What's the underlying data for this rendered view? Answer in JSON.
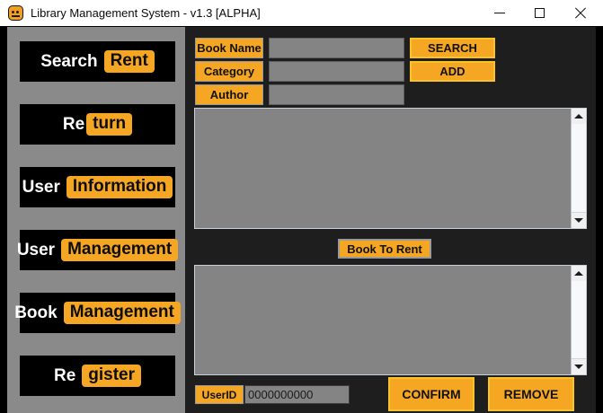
{
  "window": {
    "title": "Library Management System - v1.3 [ALPHA]",
    "icon": "app-face-icon",
    "controls": {
      "minimize": "minimize-icon",
      "maximize": "maximize-icon",
      "close": "close-icon"
    }
  },
  "colors": {
    "accent_orange": "#f5a623",
    "button_border": "#f7c22a",
    "sidebar_gray": "#8a8a8a",
    "panel_dark": "#1e1e1e",
    "input_gray": "#848484",
    "button_black": "#000000",
    "titlebar_white": "#ffffff"
  },
  "sidebar": {
    "items": [
      {
        "plain": "Search",
        "highlight": "Rent",
        "name": "sidebar-item-search-rent"
      },
      {
        "plain": "Re",
        "highlight": "turn",
        "name": "sidebar-item-return"
      },
      {
        "plain": "User",
        "highlight": "Information",
        "name": "sidebar-item-user-information"
      },
      {
        "plain": "User",
        "highlight": "Management",
        "name": "sidebar-item-user-management"
      },
      {
        "plain": "Book",
        "highlight": "Management",
        "name": "sidebar-item-book-management"
      },
      {
        "plain": "Re",
        "highlight": "gister",
        "name": "sidebar-item-register"
      }
    ]
  },
  "form": {
    "fields": [
      {
        "label": "Book Name",
        "value": "",
        "placeholder": ""
      },
      {
        "label": "Category",
        "value": "",
        "placeholder": ""
      },
      {
        "label": "Author",
        "value": "",
        "placeholder": ""
      }
    ],
    "buttons": [
      {
        "label": "SEARCH"
      },
      {
        "label": "ADD"
      }
    ]
  },
  "lists": {
    "results": {
      "items": []
    },
    "rented": {
      "items": []
    }
  },
  "middle": {
    "book_to_rent_label": "Book To Rent"
  },
  "bottom": {
    "userid_label": "UserID",
    "userid_value": "0000000000",
    "confirm_label": "CONFIRM",
    "remove_label": "REMOVE"
  }
}
